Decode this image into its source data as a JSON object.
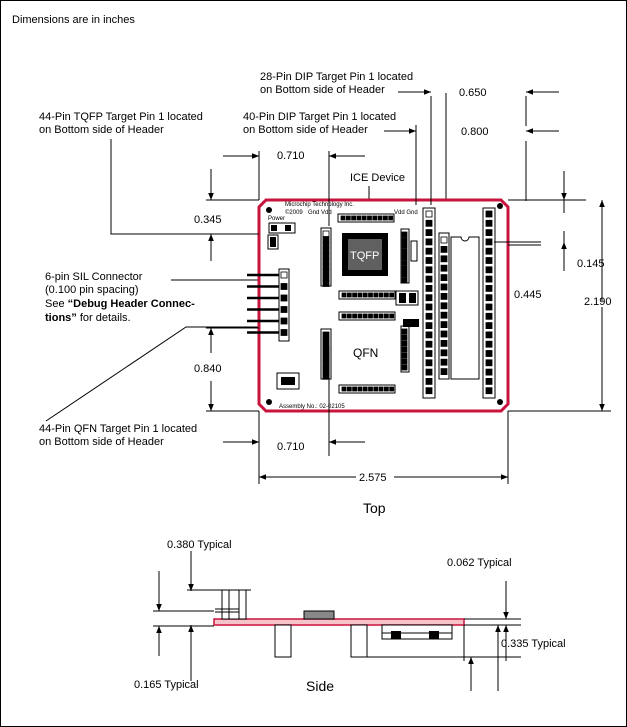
{
  "header": {
    "units_note": "Dimensions are in inches"
  },
  "callouts": {
    "dip28": [
      "28-Pin DIP Target Pin 1 located",
      "on Bottom side of Header"
    ],
    "tqfp44": [
      "44-Pin TQFP Target Pin 1 located",
      "on Bottom side of Header"
    ],
    "dip40": [
      "40-Pin DIP Target Pin 1 located",
      "on Bottom side of Header"
    ],
    "ice_device": "ICE Device",
    "sil_connector": {
      "line1": "6-pin SIL Connector",
      "line2": "(0.100 pin spacing)",
      "line3_prefix": "See ",
      "line3_bold": "“Debug Header Connec-",
      "line4_bold": "tions”",
      "line4_suffix": " for details."
    },
    "qfn44": [
      "44-Pin QFN Target Pin 1 located",
      "on Bottom side of Header"
    ]
  },
  "dimensions": {
    "d_0650": "0.650",
    "d_0800": "0.800",
    "d_0710_top": "0.710",
    "d_0345": "0.345",
    "d_0145": "0.145",
    "d_0445": "0.445",
    "d_2190": "2.190",
    "d_0840": "0.840",
    "d_0710_bottom": "0.710",
    "d_2575": "2.575"
  },
  "board": {
    "maker": "Microchip Technology Inc.",
    "copyright": "©2009",
    "power_label": "Power",
    "gnd_vdd_left": "Gnd Vdd",
    "vdd_gnd_right": "Vdd Gnd",
    "tqfp_label": "TQFP",
    "qfn_label": "QFN",
    "assembly": "Assembly No.: 02-02105",
    "border_color": "#c8143c",
    "chip_color": "#606060"
  },
  "views": {
    "top": "Top",
    "side": "Side"
  },
  "side_dimensions": {
    "d_0380": "0.380 Typical",
    "d_0062": "0.062 Typical",
    "d_0335": "0.335 Typical",
    "d_0165": "0.165 Typical"
  }
}
